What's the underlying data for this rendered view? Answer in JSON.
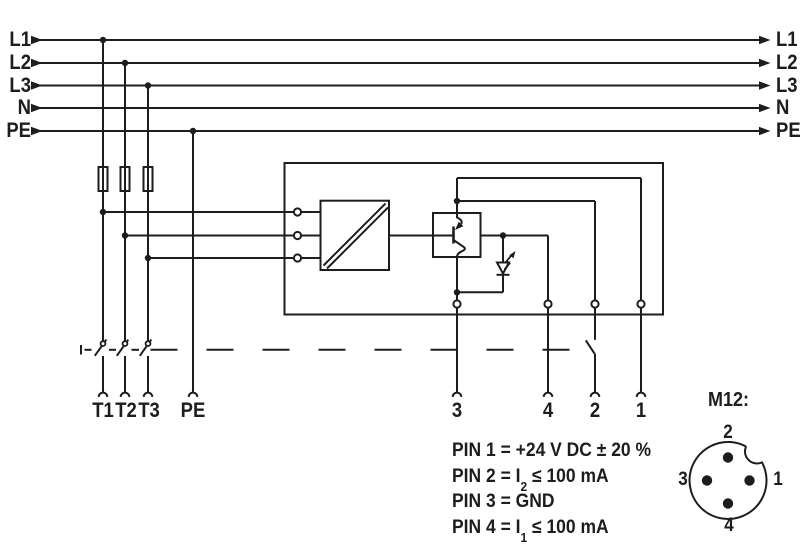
{
  "bus": {
    "left": [
      "L1",
      "L2",
      "L3",
      "N",
      "PE"
    ],
    "right": [
      "L1",
      "L2",
      "L3",
      "N",
      "PE"
    ]
  },
  "terminals": [
    "T1",
    "T2",
    "T3",
    "PE"
  ],
  "pins_out": [
    "3",
    "4",
    "2",
    "1"
  ],
  "pin_info": {
    "line1": "PIN 1 = +24 V DC ± 20 %",
    "line2_pre": "PIN 2 = I",
    "line2_sub": "2",
    "line2_post": " ≤ 100 mA",
    "line3": "PIN 3 = GND",
    "line4_pre": "PIN 4 = I",
    "line4_sub": "1",
    "line4_post": " ≤ 100 mA"
  },
  "connector": {
    "label": "M12:",
    "pin_top": "2",
    "pin_left": "3",
    "pin_right": "1",
    "pin_bottom": "4"
  },
  "colors": {
    "line": "#1d1d1d",
    "background": "#ffffff"
  }
}
